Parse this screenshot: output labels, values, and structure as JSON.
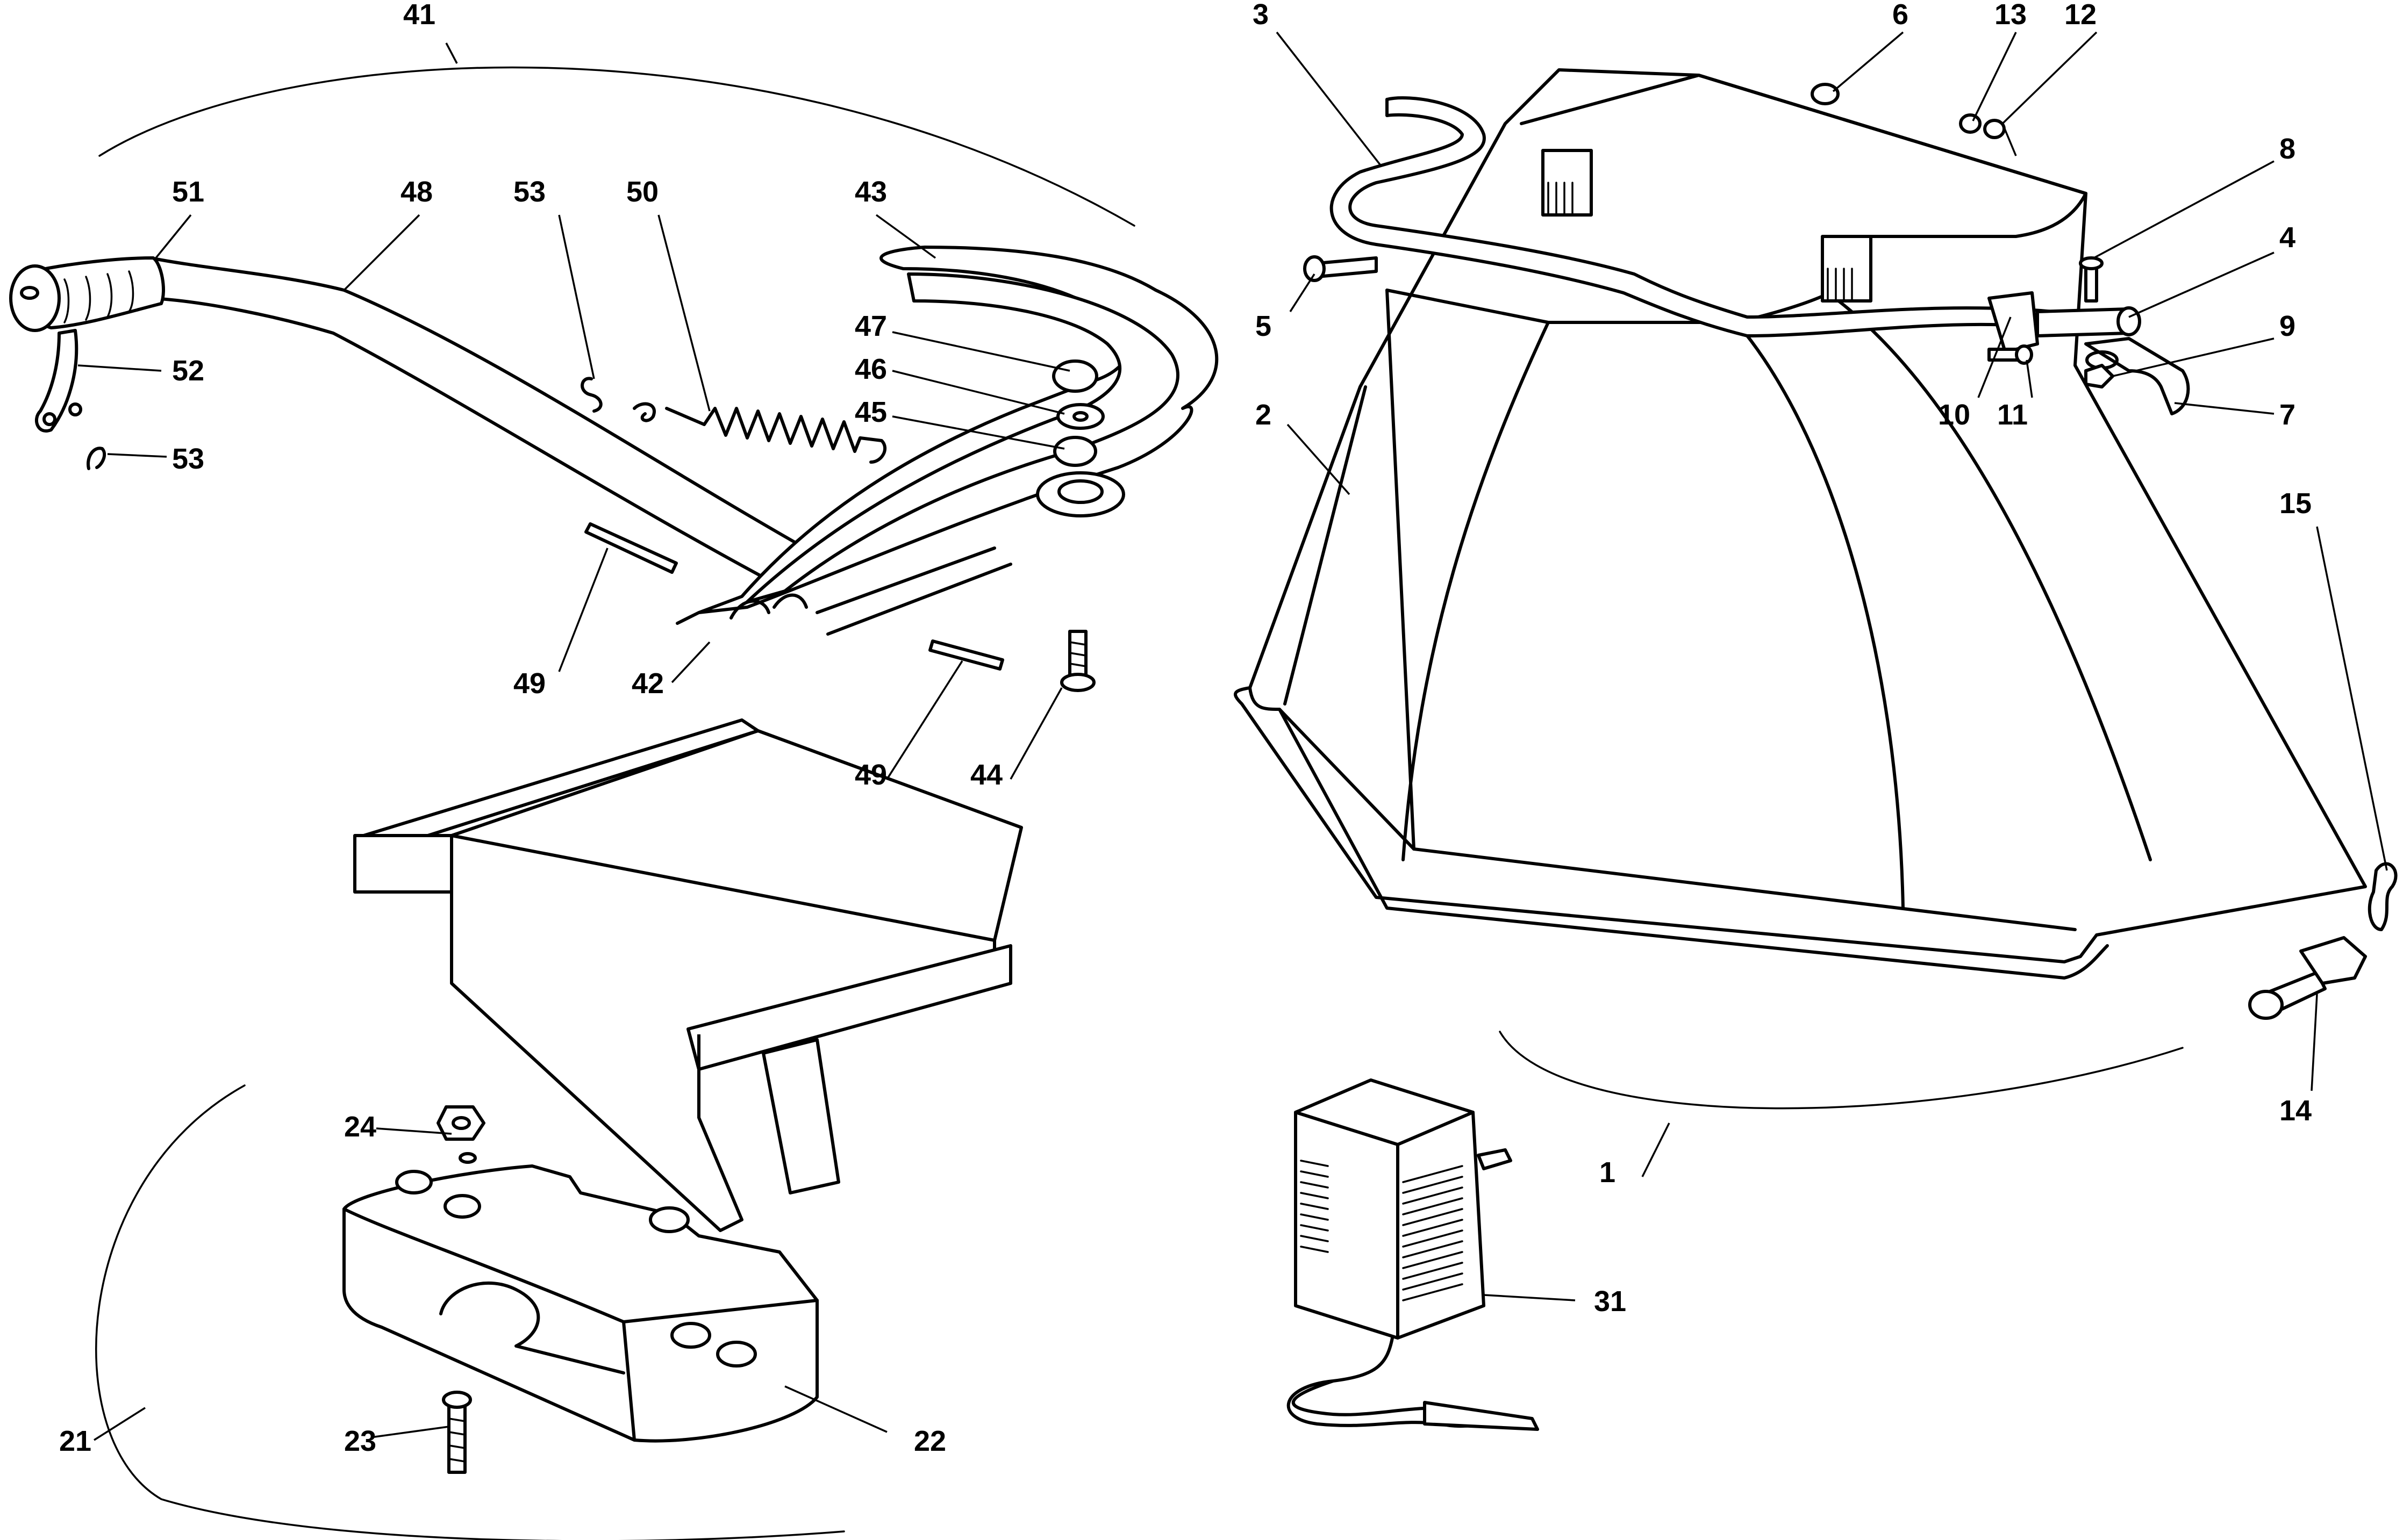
{
  "labels": {
    "p1": "1",
    "p2": "2",
    "p3": "3",
    "p4": "4",
    "p5": "5",
    "p6": "6",
    "p7": "7",
    "p8": "8",
    "p9": "9",
    "p10": "10",
    "p11": "11",
    "p12": "12",
    "p13": "13",
    "p14": "14",
    "p15": "15",
    "p21": "21",
    "p22": "22",
    "p23": "23",
    "p24": "24",
    "p31": "31",
    "p41": "41",
    "p42": "42",
    "p43": "43",
    "p44": "44",
    "p45": "45",
    "p46": "46",
    "p47": "47",
    "p48": "48",
    "p49a": "49",
    "p49b": "49",
    "p50": "50",
    "p51": "51",
    "p52": "52",
    "p53a": "53",
    "p53b": "53"
  }
}
